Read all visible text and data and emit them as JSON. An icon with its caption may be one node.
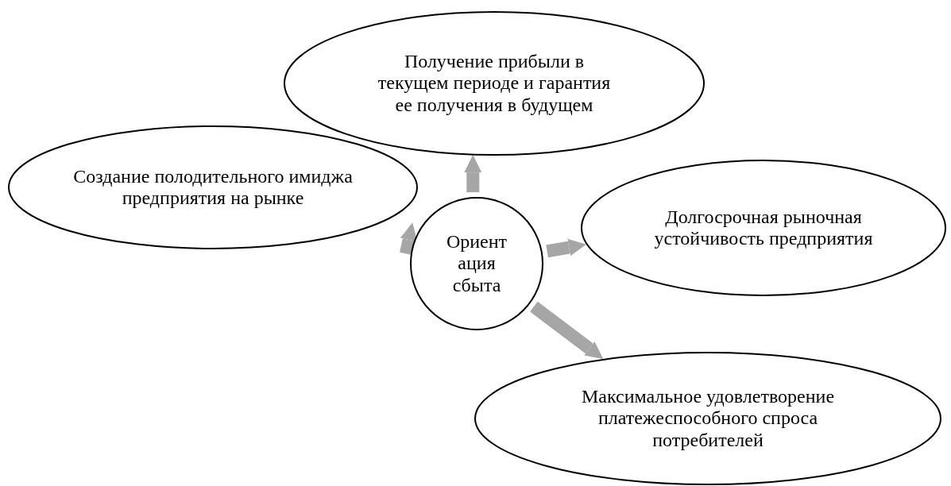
{
  "diagram": {
    "nodes": [
      {
        "text": [
          "Получение прибыли в текущем периоде и гарантия ее получения в будущем"
        ]
      },
      {
        "text": [
          "Создание полодительного имиджа предприятия на рынке"
        ]
      },
      {
        "text": [
          "Ориент ация сбыта"
        ]
      },
      {
        "text": [
          "Долгосрочная рыночная устойчивость предприятия"
        ]
      },
      {
        "text": [
          "Максимальное удовлетворение платежеспособного спроса потребителей"
        ]
      }
    ],
    "edges": [
      {
        "from": 2,
        "to": 0,
        "arrow": "to"
      },
      {
        "from": 2,
        "to": 1,
        "arrow": "to"
      },
      {
        "from": 2,
        "to": 3,
        "arrow": "to"
      },
      {
        "from": 2,
        "to": 4,
        "arrow": "to"
      }
    ]
  }
}
